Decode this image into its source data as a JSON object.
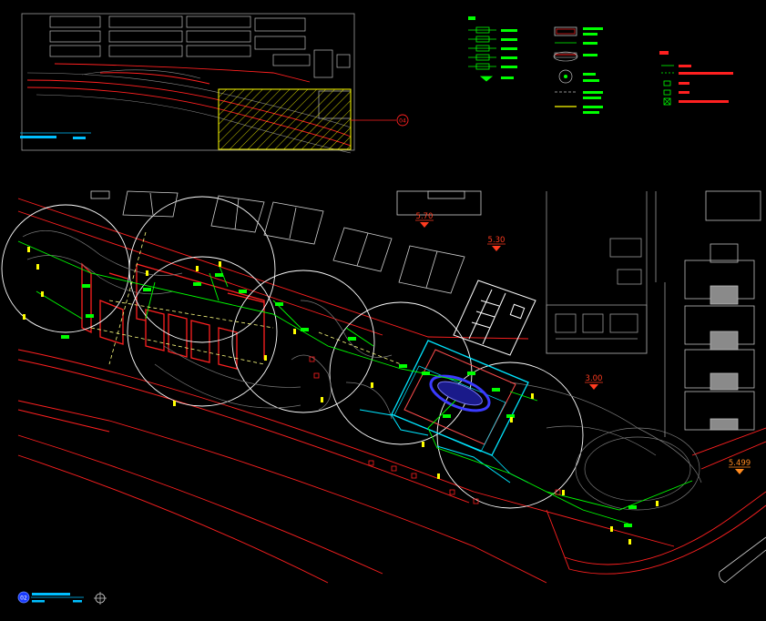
{
  "elevations": [
    {
      "id": "elev-1",
      "value": "5.70"
    },
    {
      "id": "elev-2",
      "value": "5.30"
    },
    {
      "id": "elev-3",
      "value": "3.00"
    },
    {
      "id": "elev-4",
      "value": "5.499"
    }
  ],
  "callouts": {
    "key_plan_index": "04",
    "bottom_index": "02"
  },
  "colors": {
    "background": "#000000",
    "building": "#ffffff",
    "road": "#ff2020",
    "pipe": "#00ff00",
    "highlight": "#ffff00",
    "water": "#00e5ff",
    "pool": "#3b3bff",
    "label_cyan": "#00bfff",
    "elevation_marker": "#ff3b1f"
  }
}
